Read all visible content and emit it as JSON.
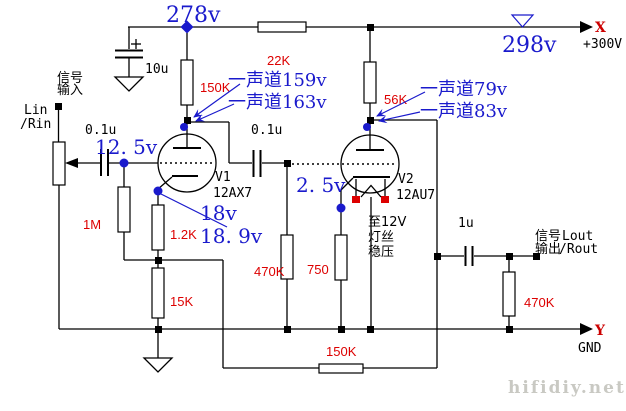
{
  "colors": {
    "wire": "#000000",
    "annotation_blue": "#1a1acc",
    "label_red": "#dd0000",
    "terminal_red": "#cc0000",
    "heater_pin_red": "#dd0000",
    "watermark_gray": "#c9c9c3",
    "background": "#ffffff"
  },
  "terminals": {
    "input": {
      "cn_line1": "信号",
      "cn_line2": "输入",
      "latin_line1": "Lin",
      "latin_line2": "/Rin"
    },
    "output": {
      "cn_line1": "信号",
      "cn_line2": "输出",
      "latin_line1": "Lout",
      "latin_line2": "/Rout"
    },
    "x": {
      "name": "X",
      "label": "+300V"
    },
    "y": {
      "name": "Y",
      "label": "GND"
    }
  },
  "tubes": {
    "v1": {
      "ref": "V1",
      "model": "12AX7"
    },
    "v2": {
      "ref": "V2",
      "model": "12AU7"
    }
  },
  "resistors": {
    "plate_v1": "150K",
    "rail": "22K",
    "plate_v2": "56K",
    "grid_v1": "1M",
    "cathode_v1": "1.2K",
    "tail_v1": "15K",
    "grid_v2": "470K",
    "cathode_v2": "750",
    "output": "470K",
    "feedback": "150K"
  },
  "capacitors": {
    "filter": "10u",
    "input": "0.1u",
    "coupling": "0.1u",
    "output": "1u"
  },
  "voltages": {
    "b_plus": "278v",
    "rail": "298v",
    "v1_grid": "12. 5v",
    "v1_cathode": "18v",
    "v1_cathode_alt": "18. 9v",
    "v1_plate_ch1": "一声道159v",
    "v1_plate_ch2": "一声道163v",
    "v2_plate_ch1": "一声道79v",
    "v2_plate_ch2": "一声道83v",
    "v2_cathode": "2. 5v"
  },
  "heater_note": {
    "line1": "至12V",
    "line2": "灯丝",
    "line3": "稳压"
  },
  "watermark": "hifidiy.net"
}
